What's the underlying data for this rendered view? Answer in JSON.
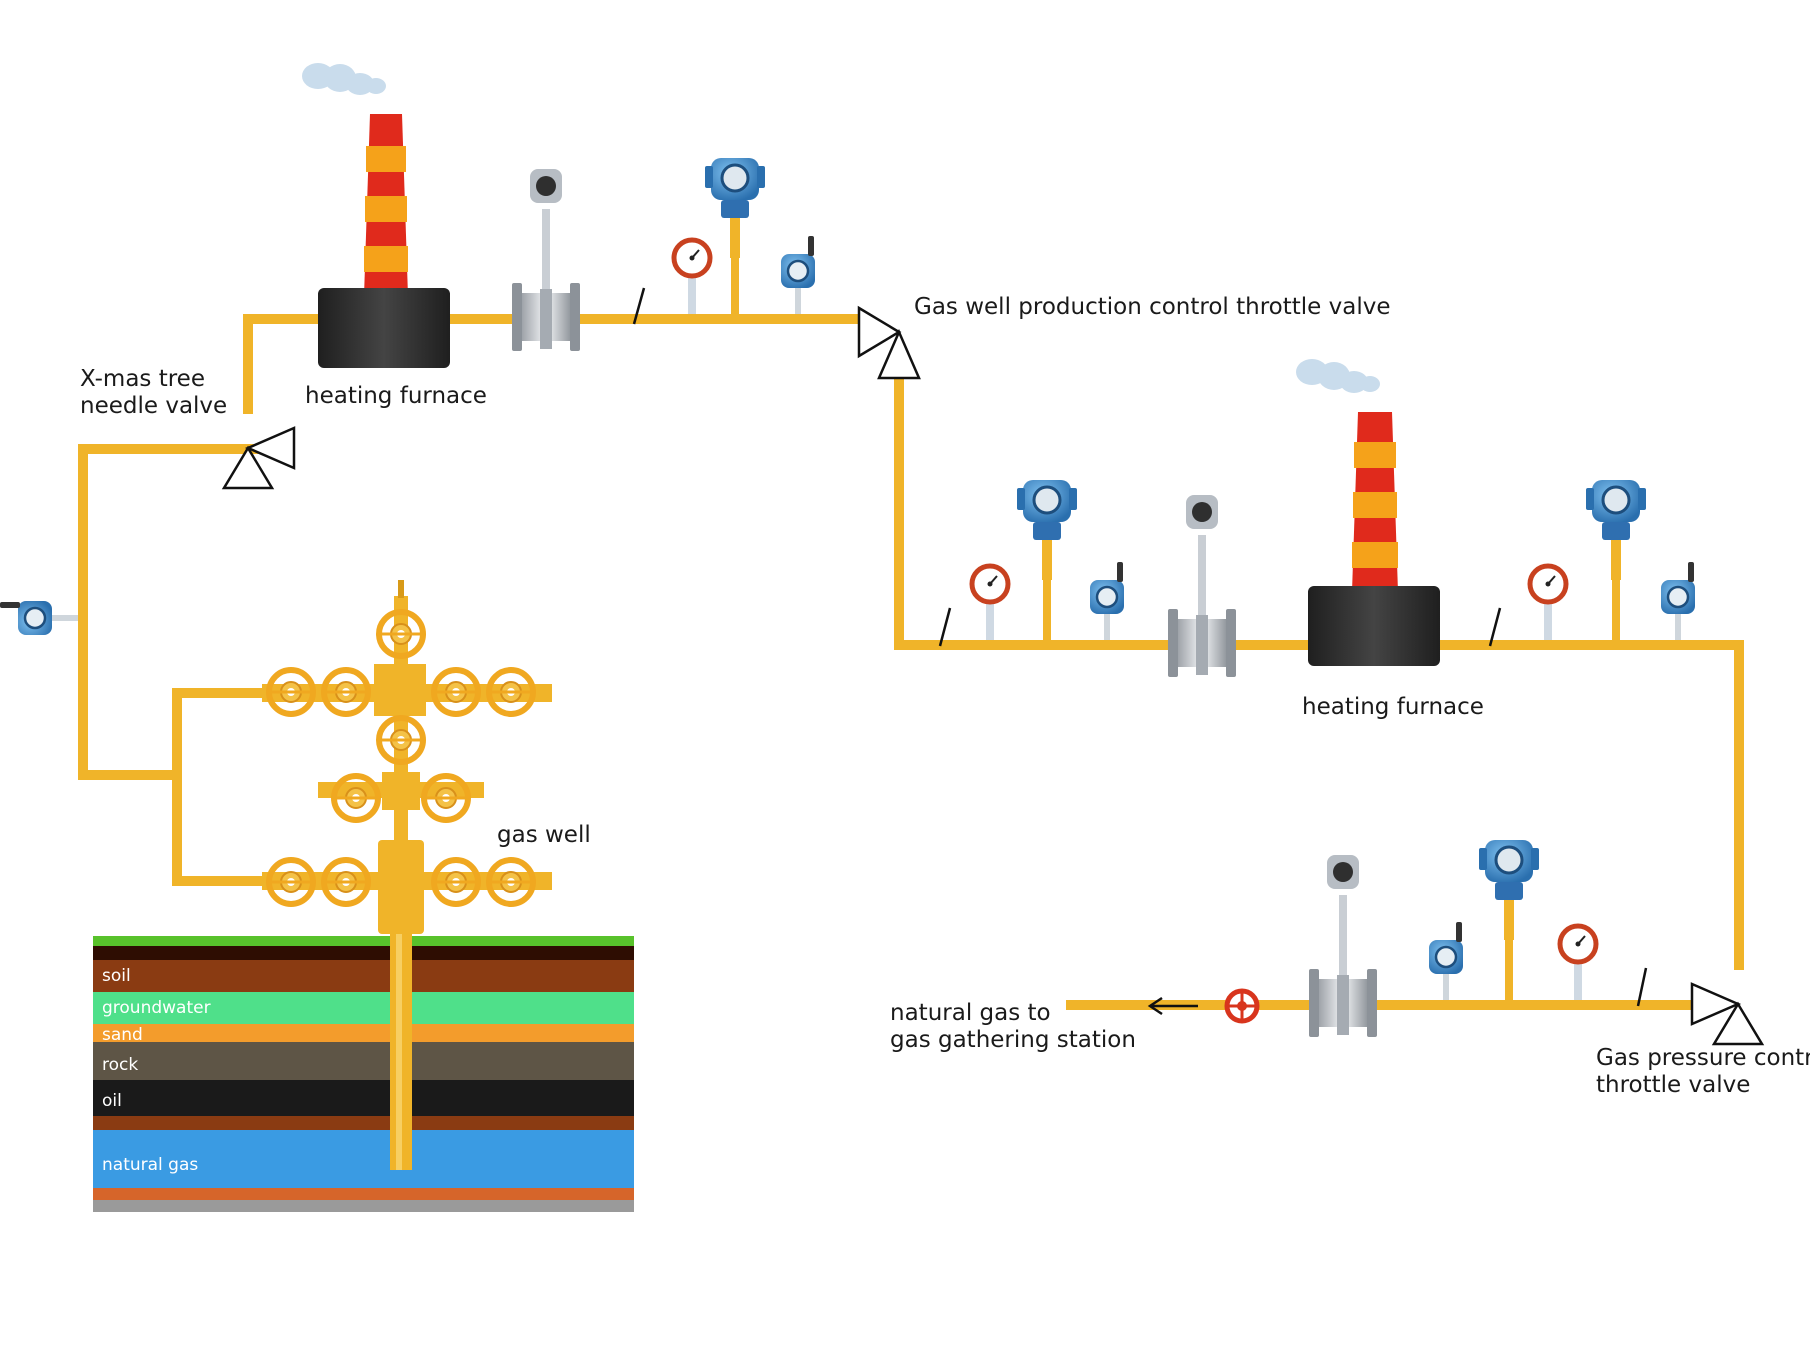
{
  "labels": {
    "xmas_tree_needle_valve": [
      "X-mas tree",
      "needle valve"
    ],
    "heating_furnace_1": "heating furnace",
    "gas_well_production_control_valve": "Gas well production control throttle valve",
    "heating_furnace_2": "heating furnace",
    "gas_well": "gas well",
    "natural_gas_to_station": [
      "natural gas to",
      "gas gathering station"
    ],
    "gas_pressure_control_valve": [
      "Gas pressure control",
      "throttle valve"
    ]
  },
  "strata": [
    "soil",
    "groundwater",
    "sand",
    "rock",
    "oil",
    "natural gas"
  ],
  "icons": [
    "chimney-icon",
    "smoke-icon",
    "vortex-flowmeter-icon",
    "pressure-transmitter-icon",
    "temperature-transmitter-icon",
    "pressure-gauge-icon",
    "throttle-valve-icon",
    "gate-valve-icon",
    "wellhead-valve-icon",
    "flow-arrow-icon"
  ],
  "colors": {
    "pipe": "#f0b429",
    "pipe_shadow": "#d99a14",
    "furnace": "#2b2b2b",
    "chimney_red": "#e02a1c",
    "chimney_orange": "#f5a21a",
    "transmitter_blue": "#3f8fd6",
    "grass": "#58c22b",
    "soil": "#8a3b12",
    "groundwater": "#4fe08a",
    "sand": "#f39c2c",
    "rock": "#5e5546",
    "oil": "#1a1a1a",
    "natural_gas": "#3a9be3",
    "bedrock": "#9a9a9a"
  }
}
